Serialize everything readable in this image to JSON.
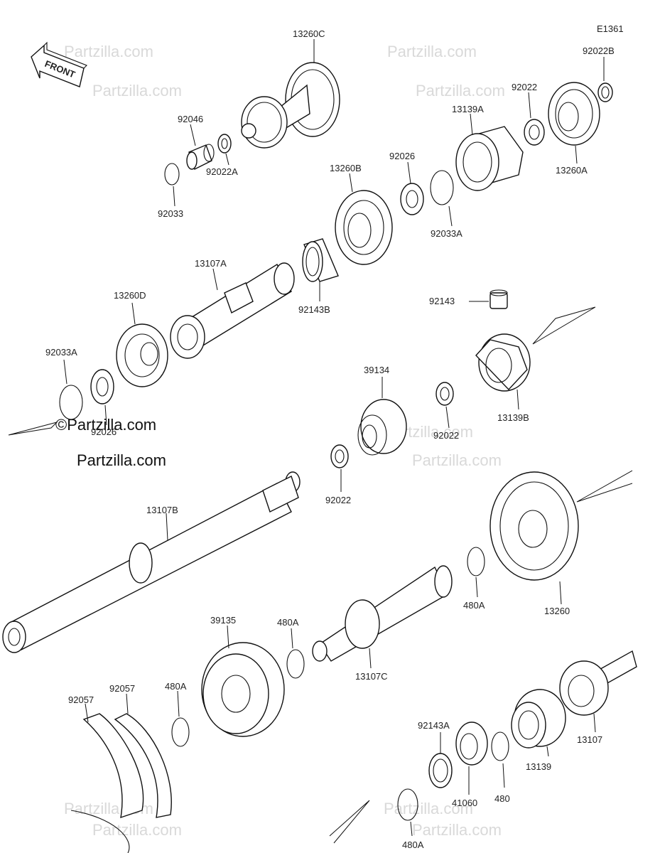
{
  "diagram_code": "E1361",
  "front_label": "FRONT",
  "watermark": "Partzilla.com",
  "watermark_prominent": "©Partzilla.com",
  "parts": {
    "p13260C": "13260C",
    "p92046": "92046",
    "p92022A": "92022A",
    "p92033": "92033",
    "p92022B": "92022B",
    "p92022_top": "92022",
    "p13139A": "13139A",
    "p13260A": "13260A",
    "p13260B": "13260B",
    "p92026_top": "92026",
    "p92033A_top": "92033A",
    "p13107A": "13107A",
    "p92143B": "92143B",
    "p13260D": "13260D",
    "p92143": "92143",
    "p92033A_left": "92033A",
    "p92026_left": "92026",
    "p39134": "39134",
    "p92022_mid1": "92022",
    "p13139B": "13139B",
    "p92022_mid2": "92022",
    "p13107B": "13107B",
    "p13260": "13260",
    "p480A_right": "480A",
    "p39135": "39135",
    "p480A_mid": "480A",
    "p13107C": "13107C",
    "p92057_a": "92057",
    "p92057_b": "92057",
    "p480A_left": "480A",
    "p92143A": "92143A",
    "p13107": "13107",
    "p13139": "13139",
    "p480": "480",
    "p41060": "41060",
    "p480A_bottom": "480A"
  }
}
